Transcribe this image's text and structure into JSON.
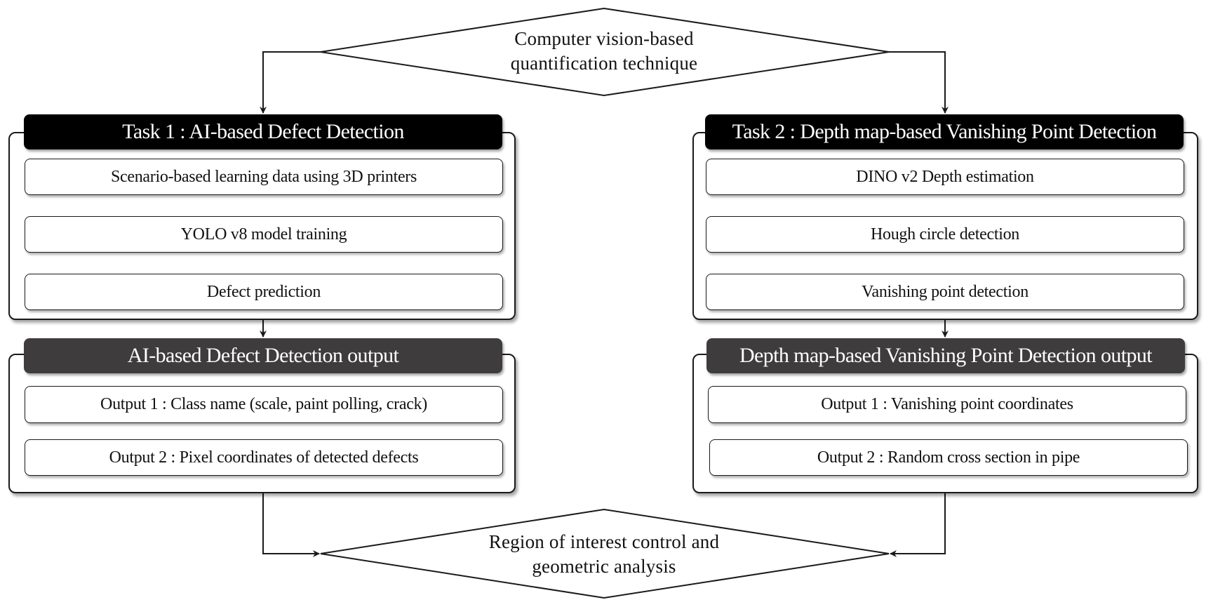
{
  "top_decision": {
    "line1": "Computer vision-based",
    "line2": "quantification technique"
  },
  "task1": {
    "header": "Task 1 : AI-based Defect Detection",
    "steps": [
      "Scenario-based learning data using 3D printers",
      "YOLO v8 model training",
      "Defect prediction"
    ]
  },
  "task1_output": {
    "header": "AI-based Defect Detection output",
    "items": [
      "Output 1 : Class name (scale, paint polling, crack)",
      "Output 2 : Pixel coordinates of detected defects"
    ]
  },
  "task2": {
    "header": "Task 2 : Depth map-based Vanishing Point Detection",
    "steps": [
      "DINO v2 Depth estimation",
      "Hough circle detection",
      "Vanishing point detection"
    ]
  },
  "task2_output": {
    "header": "Depth map-based Vanishing Point Detection output",
    "items": [
      "Output 1 : Vanishing point coordinates",
      "Output 2 : Random cross section in pipe"
    ]
  },
  "bottom_decision": {
    "line1": "Region of interest control and",
    "line2": "geometric analysis"
  }
}
